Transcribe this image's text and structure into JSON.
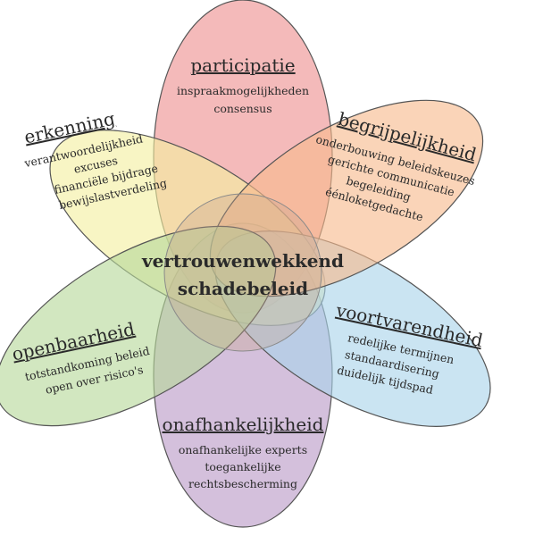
{
  "center": {
    "line1": "vertrouwenwekkend",
    "line2": "schadebeleid",
    "color": "#c9a58e"
  },
  "petals": [
    {
      "key": "participatie",
      "title": "participatie",
      "items": [
        "inspraakmogelijkheden",
        "consensus"
      ],
      "color": "#ee8f8f"
    },
    {
      "key": "begrijpelijkheid",
      "title": "begrijpelijkheid",
      "items": [
        "onderbouwing beleidskeuzes",
        "gerichte communicatie",
        "begeleiding",
        "éénloketgedachte"
      ],
      "color": "#f7b98c"
    },
    {
      "key": "voortvarendheid",
      "title": "voortvarendheid",
      "items": [
        "redelijke termijnen",
        "standaardisering",
        "duidelijk tijdspad"
      ],
      "color": "#a9d3ea"
    },
    {
      "key": "onafhankelijkheid",
      "title": "onafhankelijkheid",
      "items": [
        "onafhankelijke experts",
        "toegankelijke",
        "rechtsbescherming"
      ],
      "color": "#b99ac7"
    },
    {
      "key": "openbaarheid",
      "title": "openbaarheid",
      "items": [
        "totstandkoming beleid",
        "open over risico's"
      ],
      "color": "#b7d89a"
    },
    {
      "key": "erkenning",
      "title": "erkenning",
      "items": [
        "verantwoordelijkheid",
        "excuses",
        "financiële bijdrage",
        "bewijslastverdeling"
      ],
      "color": "#f3ef9f"
    }
  ]
}
